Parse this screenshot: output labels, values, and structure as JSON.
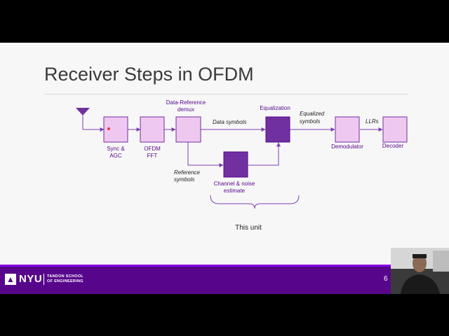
{
  "slide": {
    "title": "Receiver Steps in OFDM",
    "page_number": "6"
  },
  "diagram": {
    "blocks": {
      "sync": [
        "Sync &",
        "AGC"
      ],
      "fft": [
        "OFDM",
        "FFT"
      ],
      "demux": [
        "Data-Reference",
        "demux"
      ],
      "equalization": "Equalization",
      "channel": [
        "Channel & noise",
        "estimate"
      ],
      "demodulator": "Demodulator",
      "decoder": "Decoder"
    },
    "edge_labels": {
      "data_symbols": "Data symbols",
      "reference_symbols": [
        "Reference",
        "symbols"
      ],
      "equalized_symbols": [
        "Equalized",
        "symbols"
      ],
      "llrs": "LLRs"
    },
    "brace_label": "This unit"
  },
  "footer": {
    "logo": "NYU",
    "school": [
      "TANDON SCHOOL",
      "OF ENGINEERING"
    ]
  },
  "colors": {
    "light_block": "#efc8f0",
    "dark_block": "#7030a0",
    "accent": "#57068c"
  },
  "icons": [
    "antenna-icon",
    "nyu-torch-icon",
    "presenter-webcam"
  ]
}
